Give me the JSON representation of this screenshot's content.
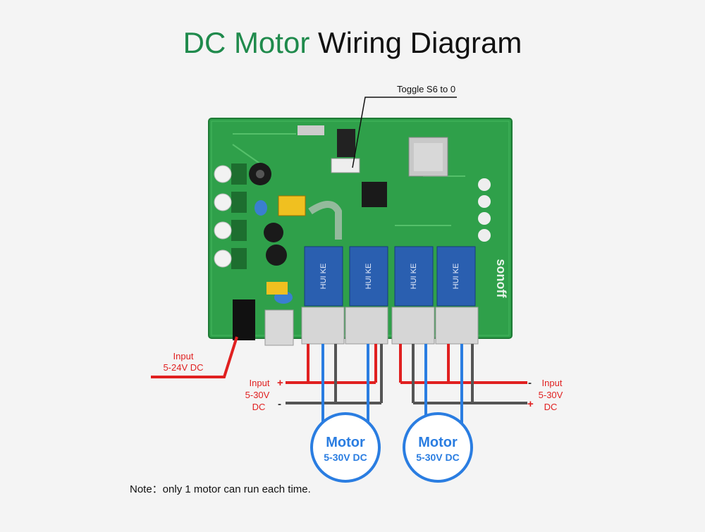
{
  "title": {
    "part1": "DC Motor",
    "part2": "Wiring Diagram"
  },
  "callout": {
    "toggle": "Toggle S6 to 0"
  },
  "board": {
    "brand": "sonoff",
    "relay_marking": "HUI KE",
    "relay_count": 4,
    "pcb_color": "#2fa04a"
  },
  "power_input": {
    "line1": "Input",
    "line2": "5-24V  DC"
  },
  "left_input": {
    "line1": "Input",
    "line2": "5-30V",
    "line3": "DC",
    "plus": "+",
    "minus": "-"
  },
  "right_input": {
    "line1": "Input",
    "line2": "5-30V",
    "line3": "DC",
    "minus": "-",
    "plus": "+"
  },
  "motors": [
    {
      "name": "Motor",
      "spec": "5-30V DC"
    },
    {
      "name": "Motor",
      "spec": "5-30V DC"
    }
  ],
  "note": "Note：only 1 motor can run each time.",
  "colors": {
    "title_green": "#1f8a4c",
    "wire_red": "#e02020",
    "wire_blue": "#2a7de1",
    "wire_gray": "#555555",
    "label_red": "#e02020",
    "motor_blue": "#2a7de1"
  }
}
